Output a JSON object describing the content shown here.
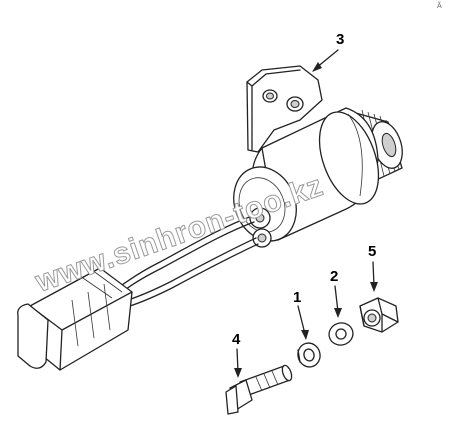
{
  "corner_mark": "Ã",
  "watermark": "www.sinhron-too.kz",
  "callouts": [
    {
      "id": "1",
      "label": "1"
    },
    {
      "id": "2",
      "label": "2"
    },
    {
      "id": "3",
      "label": "3"
    },
    {
      "id": "4",
      "label": "4"
    },
    {
      "id": "5",
      "label": "5"
    }
  ],
  "colors": {
    "line": "#222222",
    "background": "#ffffff",
    "watermark_outline": "#9a9a9a"
  }
}
